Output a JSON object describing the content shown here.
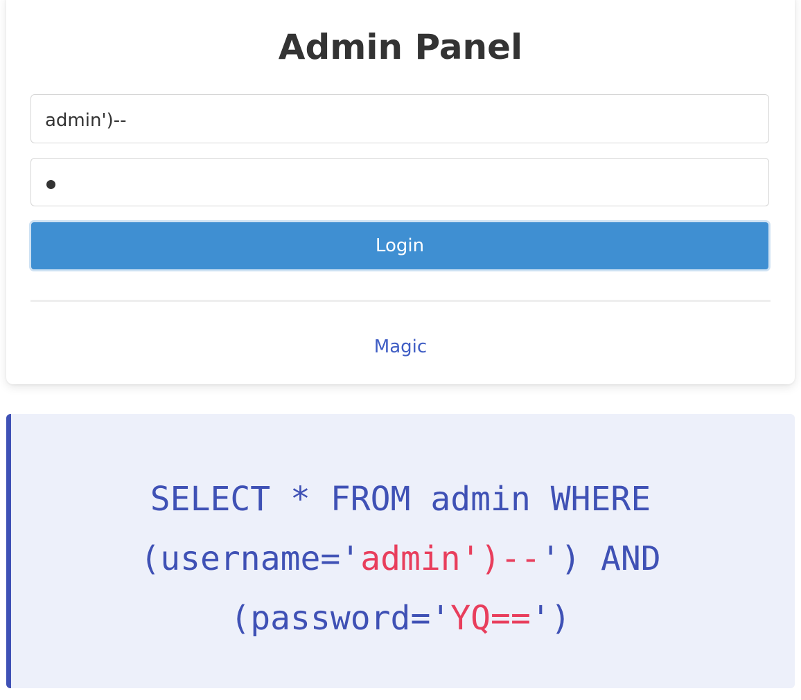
{
  "login_card": {
    "title": "Admin Panel",
    "username_value": "admin')--",
    "password_value": "a",
    "login_label": "Login",
    "magic_label": "Magic"
  },
  "query": {
    "line1": "SELECT * FROM admin WHERE",
    "line2_prefix": "(username='",
    "line2_input": "admin')--",
    "line2_suffix": "') AND",
    "line3_prefix": "(password='",
    "line3_input": "YQ==",
    "line3_suffix": "')"
  },
  "colors": {
    "primary_button": "#3f8fd2",
    "query_text": "#3f51b5",
    "query_highlight": "#e83e5c",
    "link": "#3f5dc4",
    "query_background": "#edf0fa"
  }
}
